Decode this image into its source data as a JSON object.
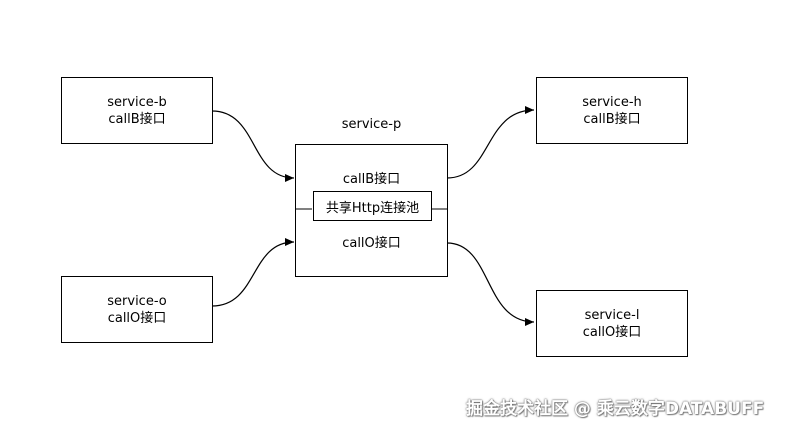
{
  "nodes": {
    "service_b": {
      "name": "service-b",
      "iface": "callB接口"
    },
    "service_o": {
      "name": "service-o",
      "iface": "callO接口"
    },
    "service_h": {
      "name": "service-h",
      "iface": "callB接口"
    },
    "service_l": {
      "name": "service-l",
      "iface": "callO接口"
    },
    "service_p": {
      "name": "service-p",
      "iface_b": "callB接口",
      "pool": "共享Http连接池",
      "iface_o": "callO接口"
    }
  },
  "watermark": "掘金技术社区 @ 乘云数字DATABUFF"
}
